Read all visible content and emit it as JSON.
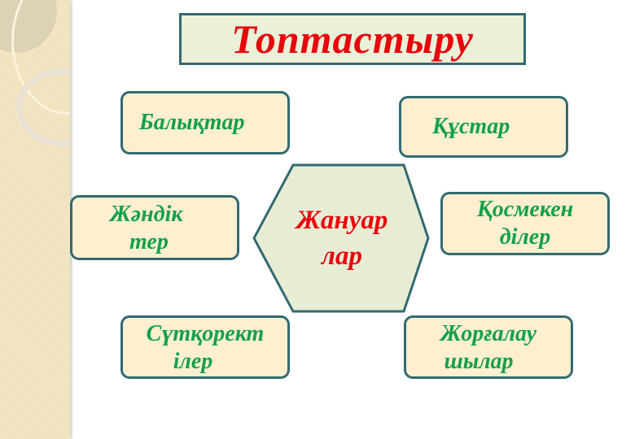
{
  "title": "Топтастыру",
  "center": {
    "line1": "Жануар",
    "line2": "лар"
  },
  "nodes": {
    "fish": {
      "line1": "Балықтар"
    },
    "birds": {
      "line1": "Құстар"
    },
    "wild": {
      "line1": "Жәндік",
      "line2": "тер"
    },
    "amphibians": {
      "line1": "Қосмекен",
      "line2": "ділер"
    },
    "mammals": {
      "line1": "Сүтқорект",
      "line2": "ілер"
    },
    "reptiles": {
      "line1": "Жорғалау",
      "line2": "шылар"
    }
  },
  "colors": {
    "title_text": "#e8040c",
    "node_text": "#13a04b",
    "border": "#336a72",
    "node_fill": "#fdefd0",
    "title_fill": "#ebf0d8",
    "hex_fill": "#e7edd5",
    "side_panel": "#f1e2bd"
  }
}
